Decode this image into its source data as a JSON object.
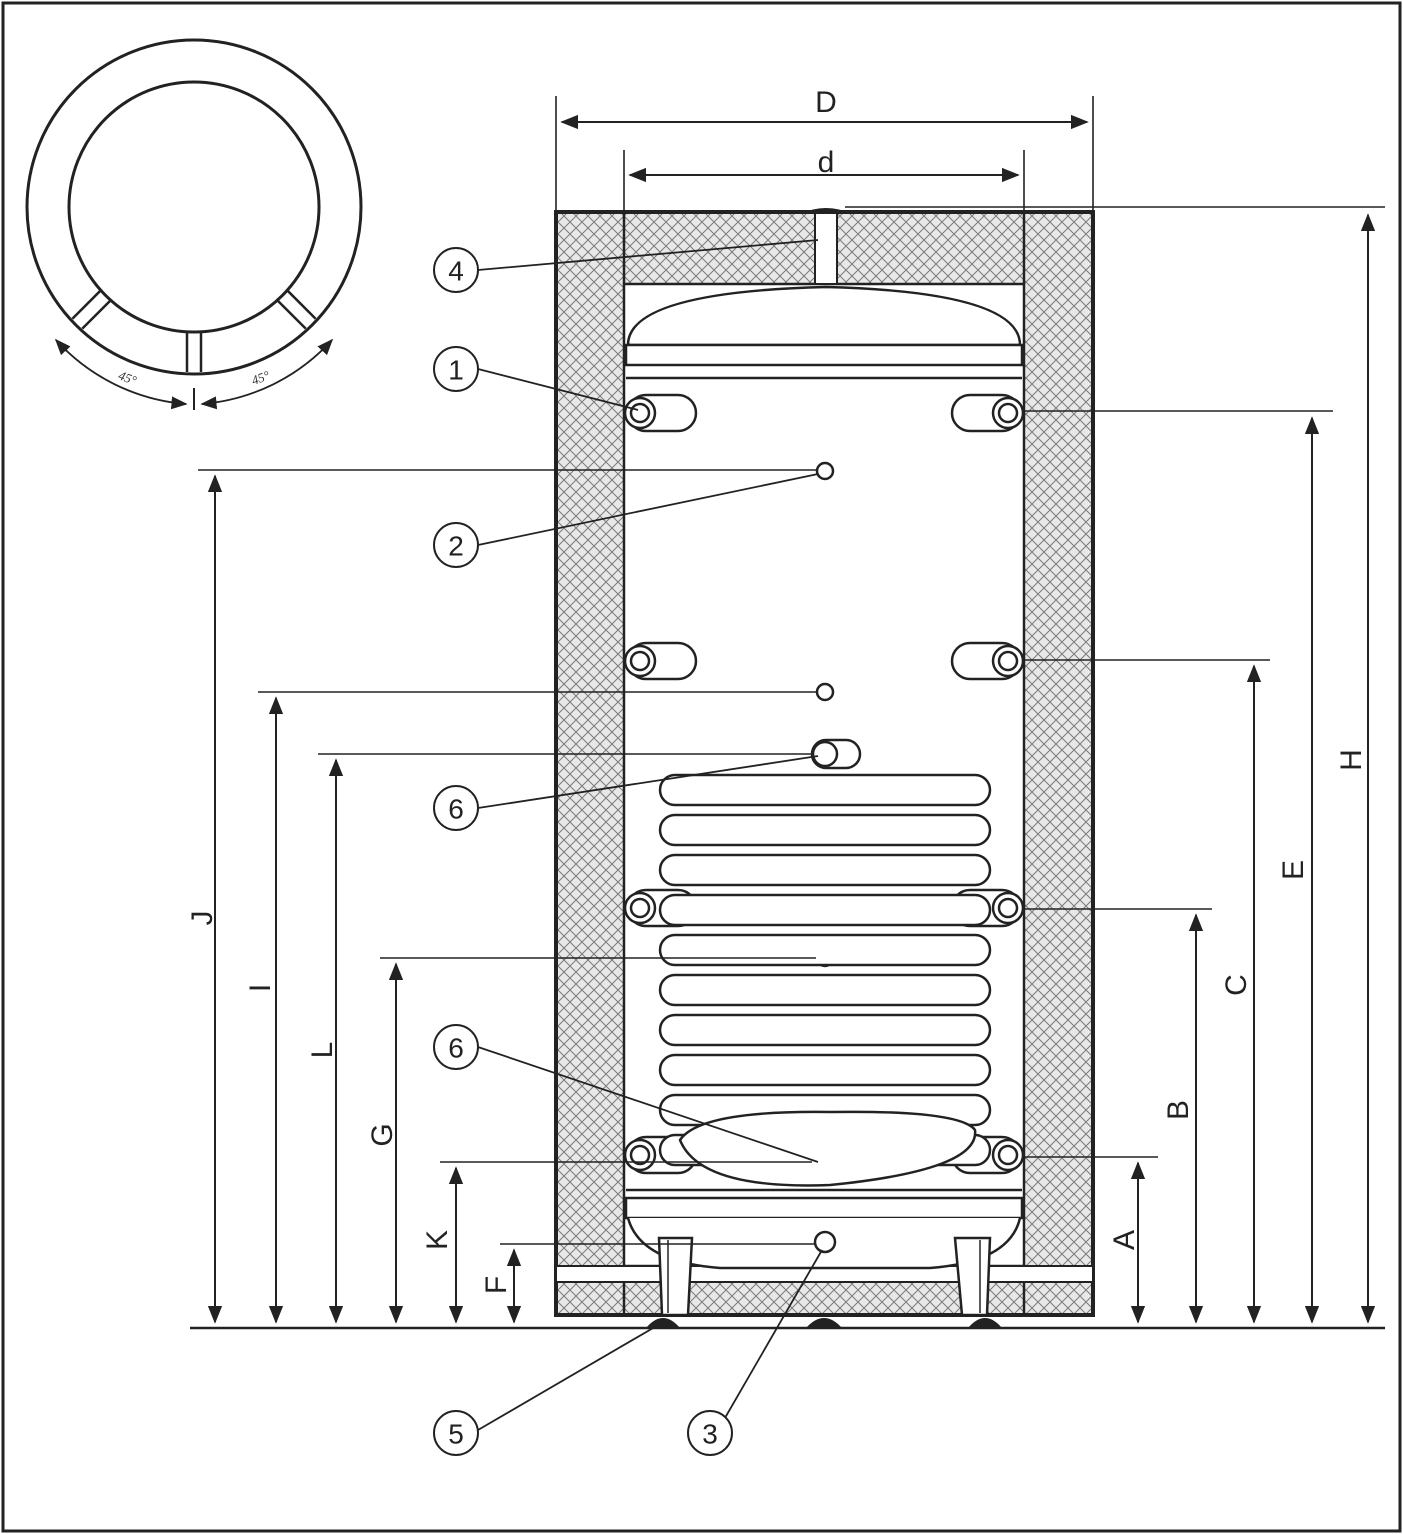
{
  "dimensions": {
    "D": "D",
    "d": "d",
    "H": "H",
    "E": "E",
    "C": "C",
    "B": "B",
    "A": "A",
    "J": "J",
    "I": "I",
    "L": "L",
    "G": "G",
    "K": "K",
    "F": "F"
  },
  "angles": {
    "left": "45°",
    "right": "45°"
  },
  "callouts": {
    "c1": "1",
    "c2": "2",
    "c3": "3",
    "c4": "4",
    "c5": "5",
    "c6_top": "6",
    "c6_bottom": "6"
  },
  "colors": {
    "line": "#222222",
    "insulation_bg": "#e6e6e6",
    "hatch": "#8a8a8a"
  }
}
